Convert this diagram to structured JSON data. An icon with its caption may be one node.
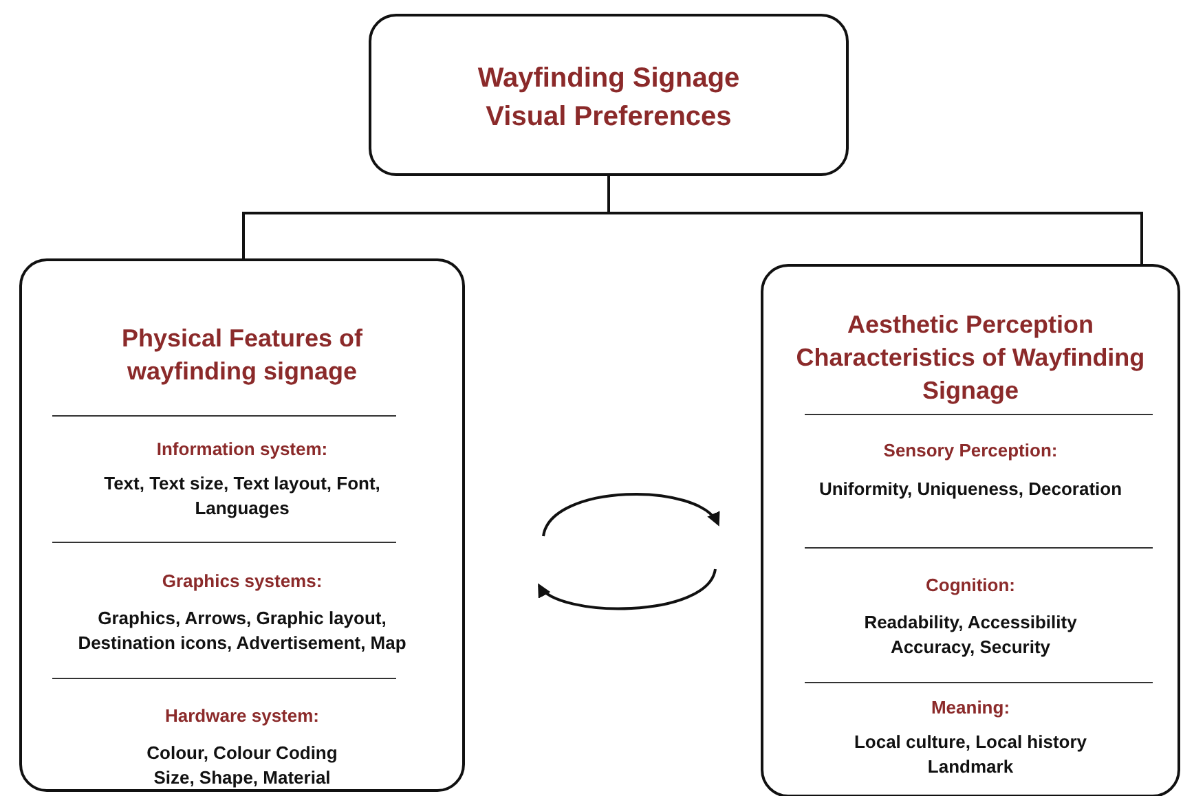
{
  "diagram": {
    "nodes": [
      {
        "text": [
          "Wayfinding Signage Visual Preferences"
        ]
      },
      {
        "text": [
          "Physical Features of wayfinding signage",
          "Information system:",
          "Text, Text size, Text layout, Font, Languages",
          "Graphics systems:",
          "Graphics, Arrows, Graphic layout, Destination icons, Advertisement, Map",
          "Hardware system:",
          "Colour, Colour Coding Size, Shape, Material"
        ]
      },
      {
        "text": [
          "Aesthetic Perception Characteristics of Wayfinding Signage",
          "Sensory Perception:",
          "Uniformity, Uniqueness, Decoration",
          "Cognition:",
          "Readability, Accessibility Accuracy, Security",
          "Meaning:",
          "Local culture, Local history Landmark"
        ]
      }
    ],
    "edges": [
      {
        "from": 0,
        "to": 1,
        "arrow": "none"
      },
      {
        "from": 0,
        "to": 2,
        "arrow": "none"
      },
      {
        "from": 1,
        "to": 2,
        "arrow": "to"
      },
      {
        "from": 2,
        "to": 1,
        "arrow": "to"
      }
    ]
  }
}
